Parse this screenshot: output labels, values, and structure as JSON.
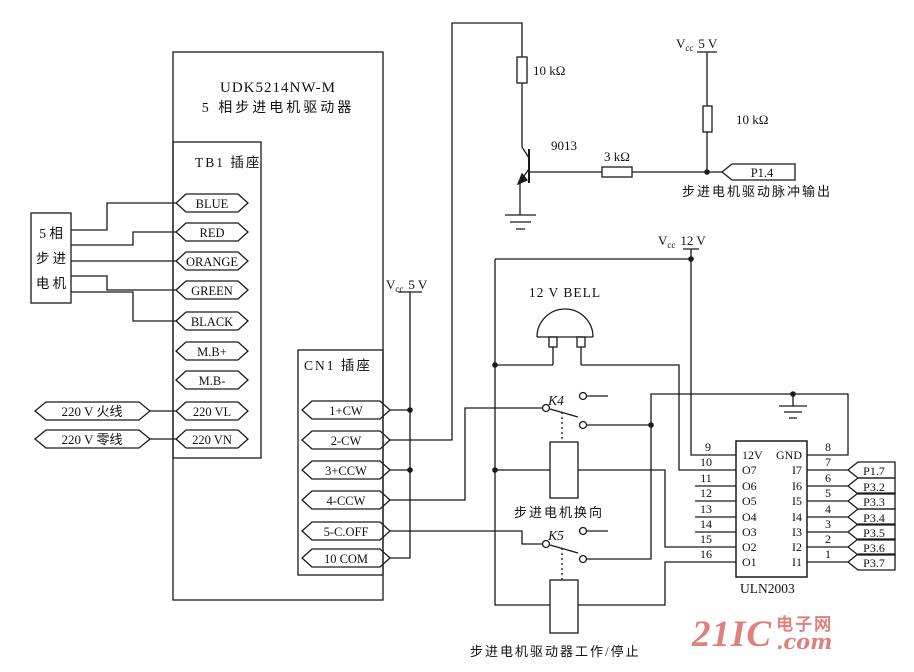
{
  "driver": {
    "model": "UDK5214NW-M",
    "name": "5 相步进电机驱动器",
    "tb1_label": "TB1 插座",
    "cn1_label": "CN1 插座"
  },
  "motor": {
    "line1": "5 相",
    "line2": "步 进",
    "line3": "电 机"
  },
  "mains": {
    "live": "220 V 火线",
    "neutral": "220 V 零线"
  },
  "tb1_pins": [
    "BLUE",
    "RED",
    "ORANGE",
    "GREEN",
    "BLACK",
    "M.B+",
    "M.B-",
    "220 VL",
    "220 VN"
  ],
  "cn1_pins": [
    "1+CW",
    "2-CW",
    "3+CCW",
    "4-CCW",
    "5-C.OFF",
    "10 COM"
  ],
  "power": {
    "v": "V",
    "cc": "cc",
    "five": "5 V",
    "twelve": "12 V"
  },
  "components": {
    "r_collector": "10 kΩ",
    "r_pullup": "10 kΩ",
    "r_base": "3 kΩ",
    "transistor": "9013",
    "pulse_tag": "P1.4",
    "pulse_note": "步进电机驱动脉冲输出",
    "bell": "12 V  BELL",
    "k4": "K4",
    "k5": "K5",
    "k4_note": "步进电机换向",
    "k5_note": "步进电机驱动器工作/停止"
  },
  "uln": {
    "name": "ULN2003",
    "left_nums": [
      "9",
      "10",
      "11",
      "12",
      "13",
      "14",
      "15",
      "16"
    ],
    "left_labels": [
      "12V",
      "O7",
      "O6",
      "O5",
      "O4",
      "O3",
      "O2",
      "O1"
    ],
    "right_nums": [
      "8",
      "7",
      "6",
      "5",
      "4",
      "3",
      "2",
      "1"
    ],
    "right_labels": [
      "GND",
      "I7",
      "I6",
      "I5",
      "I4",
      "I3",
      "I2",
      "I1"
    ],
    "port_tags": [
      "P1.7",
      "P3.2",
      "P3.3",
      "P3.4",
      "P3.5",
      "P3.6",
      "P3.7"
    ]
  },
  "watermark": {
    "brand": "21IC",
    "site": "电子网",
    "dotcom": ".com"
  },
  "colors": {
    "line": "#1a1a1a",
    "watermark": "#d4625e"
  }
}
